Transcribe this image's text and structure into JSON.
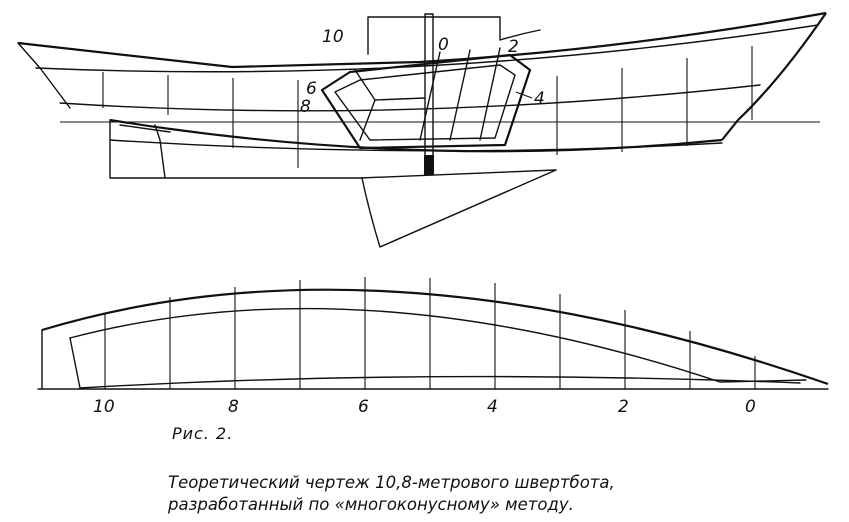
{
  "drawing": {
    "profile_labels": [
      "10",
      "0",
      "2",
      "6",
      "8",
      "4"
    ],
    "plan_station_labels": [
      "10",
      "8",
      "6",
      "4",
      "2",
      "0"
    ]
  },
  "caption": {
    "figure": "Рис. 2.",
    "line1": "Теоретический чертеж 10,8-метрового швертбота,",
    "line2": "разработанный по «многоконусному» методу."
  }
}
